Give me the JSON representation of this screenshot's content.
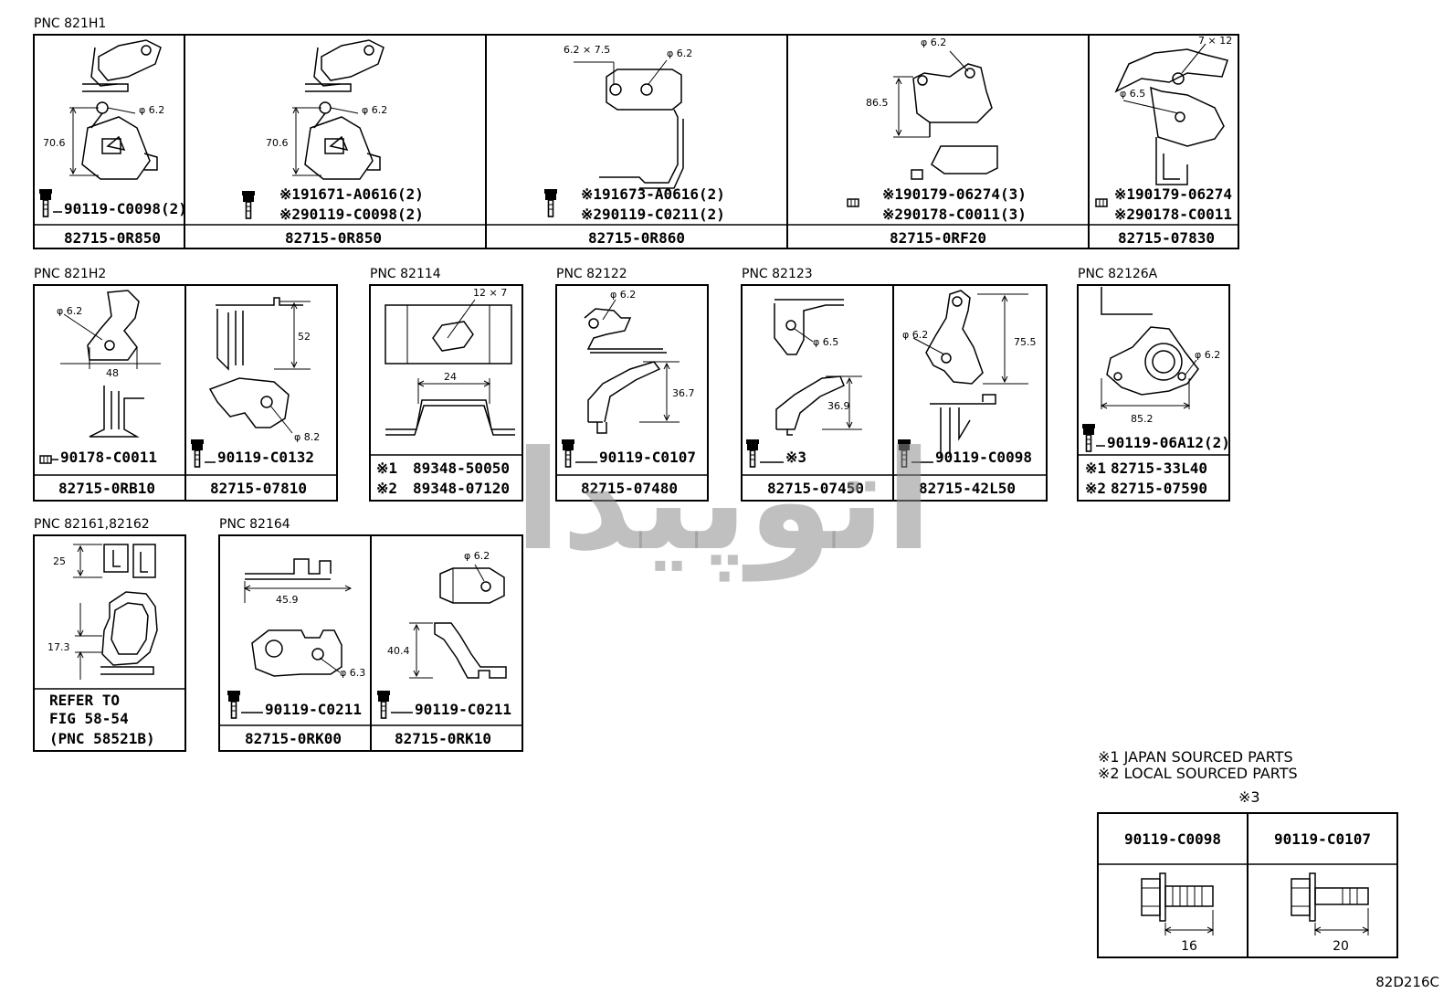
{
  "diagram_code": "82D216C",
  "watermark_text": "اتوپیدا",
  "groups": [
    {
      "pnc": "PNC 821H1",
      "cells": [
        {
          "dims": [
            "φ 6.2",
            "70.6"
          ],
          "fasteners": [
            "90119-C0098(2)"
          ],
          "part": "82715-0R850"
        },
        {
          "dims": [
            "φ 6.2",
            "70.6"
          ],
          "fasteners": [
            "※191671-A0616(2)",
            "※290119-C0098(2)"
          ],
          "part": "82715-0R850"
        },
        {
          "dims": [
            "6.2 × 7.5",
            "φ 6.2"
          ],
          "fasteners": [
            "※191673-A0616(2)",
            "※290119-C0211(2)"
          ],
          "part": "82715-0R860"
        },
        {
          "dims": [
            "φ 6.2",
            "86.5"
          ],
          "fasteners": [
            "※190179-06274(3)",
            "※290178-C0011(3)"
          ],
          "part": "82715-0RF20"
        },
        {
          "dims": [
            "7 × 12",
            "φ 6.5"
          ],
          "fasteners": [
            "※190179-06274",
            "※290178-C0011"
          ],
          "part": "82715-07830"
        }
      ]
    },
    {
      "pnc": "PNC 821H2",
      "cells": [
        {
          "dims": [
            "φ 6.2",
            "48"
          ],
          "fasteners": [
            "90178-C0011"
          ],
          "part": "82715-0RB10"
        },
        {
          "dims": [
            "52",
            "φ 8.2"
          ],
          "fasteners": [
            "90119-C0132"
          ],
          "part": "82715-07810"
        }
      ]
    },
    {
      "pnc": "PNC 82114",
      "cells": [
        {
          "dims": [
            "12 × 7",
            "24"
          ],
          "parts": [
            {
              "mark": "※1",
              "part": "89348-50050"
            },
            {
              "mark": "※2",
              "part": "89348-07120"
            }
          ]
        }
      ]
    },
    {
      "pnc": "PNC 82122",
      "cells": [
        {
          "dims": [
            "φ 6.2",
            "36.7"
          ],
          "fasteners": [
            "90119-C0107"
          ],
          "part": "82715-07480"
        }
      ]
    },
    {
      "pnc": "PNC 82123",
      "cells": [
        {
          "dims": [
            "φ 6.5",
            "36.9"
          ],
          "fasteners": [
            "※3"
          ],
          "part": "82715-07450"
        },
        {
          "dims": [
            "φ 6.2",
            "75.5"
          ],
          "fasteners": [
            "90119-C0098"
          ],
          "part": "82715-42L50"
        }
      ]
    },
    {
      "pnc": "PNC 82126A",
      "cells": [
        {
          "dims": [
            "φ 6.2",
            "85.2"
          ],
          "fasteners": [
            "90119-06A12(2)"
          ],
          "parts": [
            {
              "mark": "※1",
              "part": "82715-33L40"
            },
            {
              "mark": "※2",
              "part": "82715-07590"
            }
          ]
        }
      ]
    },
    {
      "pnc": "PNC 82161,82162",
      "cells": [
        {
          "dims": [
            "25",
            "17.3"
          ],
          "refer": [
            "REFER TO",
            "FIG 58-54",
            "(PNC 58521B)"
          ]
        }
      ]
    },
    {
      "pnc": "PNC 82164",
      "cells": [
        {
          "dims": [
            "45.9",
            "φ 6.3"
          ],
          "fasteners": [
            "90119-C0211"
          ],
          "part": "82715-0RK00"
        },
        {
          "dims": [
            "φ 6.2",
            "40.4"
          ],
          "fasteners": [
            "90119-C0211"
          ],
          "part": "82715-0RK10"
        }
      ]
    }
  ],
  "legend": {
    "note1": "※1 JAPAN SOURCED PARTS",
    "note2": "※2 LOCAL SOURCED PARTS",
    "note3": "※3",
    "bolts": [
      {
        "part": "90119-C0098",
        "length": "16"
      },
      {
        "part": "90119-C0107",
        "length": "20"
      }
    ]
  }
}
